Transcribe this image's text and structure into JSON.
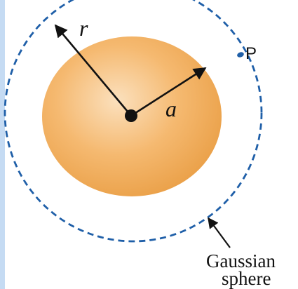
{
  "colors": {
    "sphere_center": "#fbe0bd",
    "sphere_mid": "#f5b970",
    "sphere_edge": "#eba24b",
    "gaussian_surface": "#1f5fa8",
    "arrow": "#111111",
    "left_strip": "#c5dbf3"
  },
  "labels": {
    "radius_r": "r",
    "radius_a": "a",
    "point_p": "P",
    "gaussian_line1": "Gaussian",
    "gaussian_line2": "sphere"
  }
}
